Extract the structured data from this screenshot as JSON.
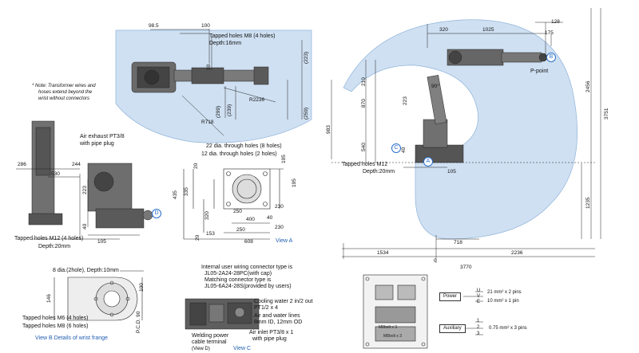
{
  "colors": {
    "work_area": "#cfe0f2",
    "work_area_stroke": "#8fb3da",
    "line": "#222222",
    "accent_blue": "#1f5fb0",
    "robot": "#5a5a5a"
  },
  "top_view": {
    "dims": {
      "d98_5": "98.5",
      "d100": "100",
      "d30": "30",
      "d223": "(223)",
      "d299": "(299)",
      "d239": "(239)",
      "d1218": "R718",
      "dR2236": "R2236",
      "d259": "(259)"
    },
    "tapped_m8": "Tapped holes M8 (4 holes)",
    "depth16": "Depth:16mm"
  },
  "note": {
    "line1": "* Note: Transformer wires and",
    "line2": "hoses extend beyond the",
    "line3": "wrist without connectors"
  },
  "side_view": {
    "air_exhaust_1": "Air exhaust PT3/8",
    "air_exhaust_2": "with pipe plug",
    "dims": {
      "d286": "286",
      "d244": "244",
      "d530": "530",
      "d223": "223",
      "d40": "40",
      "d105": "105"
    },
    "tapped_m12": "Tapped holes M12 (4 holes)",
    "depth20": "Depth:20mm",
    "marker_d": "D"
  },
  "view_a": {
    "holes22": "22 dia. through holes (8 holes)",
    "holes12": "12 dia. through holes (2 holes)",
    "dims": {
      "d20": "20",
      "d435": "435",
      "d335": "335",
      "d195a": "195",
      "d195b": "195",
      "d320": "320",
      "d230a": "230",
      "d230b": "230",
      "d250": "250",
      "d400": "400",
      "d40": "40",
      "d153": "153",
      "d250b": "250",
      "d608": "608",
      "d20b": "20"
    },
    "caption": "View A"
  },
  "main_view": {
    "dims": {
      "d128": "128",
      "d320": "320",
      "d1025": "1025",
      "d175": "175",
      "d210": "210",
      "d223": "223",
      "d870": "870",
      "d540": "540",
      "d983": "983",
      "d2456": "2456",
      "d3751": "3751",
      "d1235": "1235",
      "d90": "90°",
      "d718": "718",
      "d1534": "1534",
      "d0": "0",
      "d2236": "2236",
      "d3770": "3770",
      "d40": "40",
      "d105": "105"
    },
    "p_point": "P-point",
    "tapped_m12": "Tapped holes M12",
    "depth20": "Depth:20mm",
    "marker_a": "A",
    "marker_b": "B",
    "marker_c": "C"
  },
  "view_b": {
    "holes8": "8 dia.(2hole), Depth:10mm",
    "tapped_m6": "Tapped holes M6 (4 holes)",
    "tapped_m8": "Tapped holes M8 (6 holes)",
    "dims": {
      "d146": "146",
      "d100": "100",
      "pcd": "P.C.D. 90"
    },
    "caption": "View B  Details of wrist frange"
  },
  "view_c": {
    "internal_1": "Internal user wiring connector type is",
    "internal_2": "JL05-2A24-28PC(with cap)",
    "internal_3": "Matching connector type is",
    "internal_4": "JL05-6A24-28S(provided by users)",
    "cooling_1": "Cooling water 2 in/2 out",
    "cooling_2": "PT1/2 x 4",
    "cooling_3": "Air and water lines",
    "cooling_4": "8mm ID, 12mm OD",
    "air_inlet_1": "Air inlet PT3/8 x 1",
    "air_inlet_2": "with pipe plug",
    "welding_1": "Welding power",
    "welding_2": "cable terminal",
    "welding_3": "(View D)",
    "caption": "View C"
  },
  "connector_panel": {
    "power_label": "Power",
    "power_pins1": "21 mm² x 2 pins",
    "power_pins2": "10 mm² x 1 pin",
    "power_u": "U",
    "power_v": "V",
    "power_e": "E",
    "aux_label": "Auxiliary",
    "aux_1": "1",
    "aux_2": "2",
    "aux_3": "3",
    "aux_pins": "0.75 mm² x 3 pins",
    "mbolt": "M8bolt x 3",
    "mbolt2": "M8bolt x 3"
  }
}
